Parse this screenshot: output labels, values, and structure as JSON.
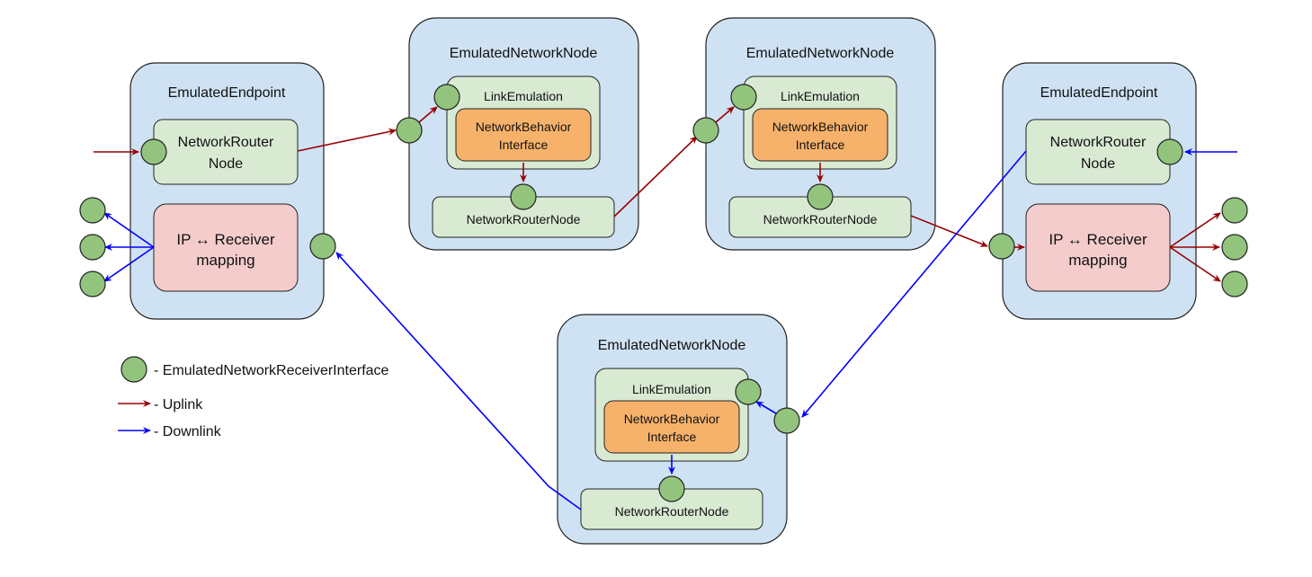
{
  "colors": {
    "container_fill": "#cfe2f3",
    "router_fill": "#d9ead3",
    "linkemu_fill": "#d9ead3",
    "behavior_fill": "#f6b26b",
    "mapping_fill": "#f4cccc",
    "receiver_fill": "#93c47d",
    "uplink": "#990000",
    "downlink": "#0000ff",
    "stroke": "#222222"
  },
  "endpoint_left": {
    "title": "EmulatedEndpoint",
    "router": [
      "NetworkRouter",
      "Node"
    ],
    "mapping": [
      "IP ↔ Receiver",
      "mapping"
    ]
  },
  "endpoint_right": {
    "title": "EmulatedEndpoint",
    "router": [
      "NetworkRouter",
      "Node"
    ],
    "mapping": [
      "IP ↔ Receiver",
      "mapping"
    ]
  },
  "node_1": {
    "title": "EmulatedNetworkNode",
    "link_emulation": "LinkEmulation",
    "behavior": [
      "NetworkBehavior",
      "Interface"
    ],
    "router": "NetworkRouterNode"
  },
  "node_2": {
    "title": "EmulatedNetworkNode",
    "link_emulation": "LinkEmulation",
    "behavior": [
      "NetworkBehavior",
      "Interface"
    ],
    "router": "NetworkRouterNode"
  },
  "node_3": {
    "title": "EmulatedNetworkNode",
    "link_emulation": "LinkEmulation",
    "behavior": [
      "NetworkBehavior",
      "Interface"
    ],
    "router": "NetworkRouterNode"
  },
  "legend": {
    "receiver": "- EmulatedNetworkReceiverInterface",
    "uplink": "- Uplink",
    "downlink": "- Downlink"
  }
}
